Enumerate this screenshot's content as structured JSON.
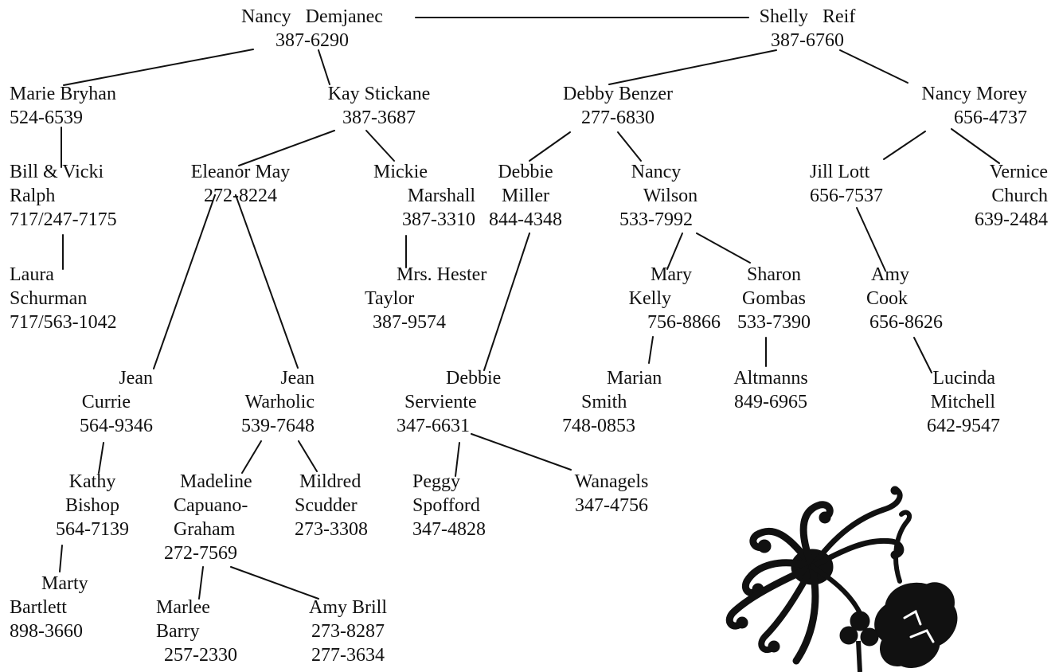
{
  "contacts": {
    "nancy_demjanec": {
      "name": "Nancy   Demjanec",
      "phone": "387-6290"
    },
    "shelly_reif": {
      "name": "Shelly   Reif",
      "phone": "387-6760"
    },
    "marie_bryhan": {
      "name": "Marie Bryhan",
      "phone": "524-6539"
    },
    "kay_stickane": {
      "name": "Kay Stickane",
      "phone": "387-3687"
    },
    "debby_benzer": {
      "name": "Debby Benzer",
      "phone": "277-6830"
    },
    "nancy_morey": {
      "name": "Nancy Morey",
      "phone": "656-4737"
    },
    "bill_vicki_ralph": {
      "name_line1": "Bill & Vicki",
      "name_line2": "Ralph",
      "phone": "717/247-7175"
    },
    "eleanor_may": {
      "name": "Eleanor May",
      "phone": "272-8224"
    },
    "mickie_marshall": {
      "name_line1": "Mickie",
      "name_line2": "Marshall",
      "phone": "387-3310"
    },
    "debbie_miller": {
      "name_line1": "Debbie",
      "name_line2": "Miller",
      "phone": "844-4348"
    },
    "nancy_wilson": {
      "name_line1": "Nancy",
      "name_line2": "Wilson",
      "phone": "533-7992"
    },
    "jill_lott": {
      "name": "Jill Lott",
      "phone": "656-7537"
    },
    "vernice_church": {
      "name_line1": "Vernice",
      "name_line2": "Church",
      "phone": "639-2484"
    },
    "laura_schurman": {
      "name_line1": "Laura",
      "name_line2": "Schurman",
      "phone": "717/563-1042"
    },
    "hester_taylor": {
      "name_line1": "Mrs. Hester",
      "name_line2": "Taylor",
      "phone": "387-9574"
    },
    "mary_kelly": {
      "name_line1": "Mary",
      "name_line2": "Kelly",
      "phone": "756-8866"
    },
    "sharon_gombas": {
      "name_line1": "Sharon",
      "name_line2": "Gombas",
      "phone": "533-7390"
    },
    "amy_cook": {
      "name_line1": "Amy",
      "name_line2": "Cook",
      "phone": "656-8626"
    },
    "jean_currie": {
      "name_line1": "Jean",
      "name_line2": "Currie",
      "phone": "564-9346"
    },
    "jean_warholic": {
      "name_line1": "Jean",
      "name_line2": "Warholic",
      "phone": "539-7648"
    },
    "debbie_serviente": {
      "name_line1": "Debbie",
      "name_line2": "Serviente",
      "phone": "347-6631"
    },
    "marian_smith": {
      "name_line1": "Marian",
      "name_line2": "Smith",
      "phone": "748-0853"
    },
    "altmanns": {
      "name": "Altmanns",
      "phone": "849-6965"
    },
    "lucinda_mitchell": {
      "name_line1": "Lucinda",
      "name_line2": "Mitchell",
      "phone": "642-9547"
    },
    "kathy_bishop": {
      "name_line1": "Kathy",
      "name_line2": "Bishop",
      "phone": "564-7139"
    },
    "madeline_capuano_graham": {
      "name_line1": "Madeline",
      "name_line2": "Capuano-",
      "name_line3": "Graham",
      "phone": "272-7569"
    },
    "mildred_scudder": {
      "name_line1": "Mildred",
      "name_line2": "Scudder",
      "phone": "273-3308"
    },
    "peggy_spofford": {
      "name_line1": "Peggy",
      "name_line2": "Spofford",
      "phone": "347-4828"
    },
    "wanagels": {
      "name": "Wanagels",
      "phone": "347-4756"
    },
    "marty_bartlett": {
      "name_line1": "Marty",
      "name_line2": "Bartlett",
      "phone": "898-3660"
    },
    "marlee_barry": {
      "name_line1": "Marlee",
      "name_line2": "Barry",
      "phone": "257-2330"
    },
    "amy_brill": {
      "name": "Amy Brill",
      "phone_1": "273-8287",
      "phone_2": "277-3634"
    }
  },
  "decoration": {
    "icon": "chrysanthemum-flower-icon",
    "ink_color": "#111111"
  }
}
